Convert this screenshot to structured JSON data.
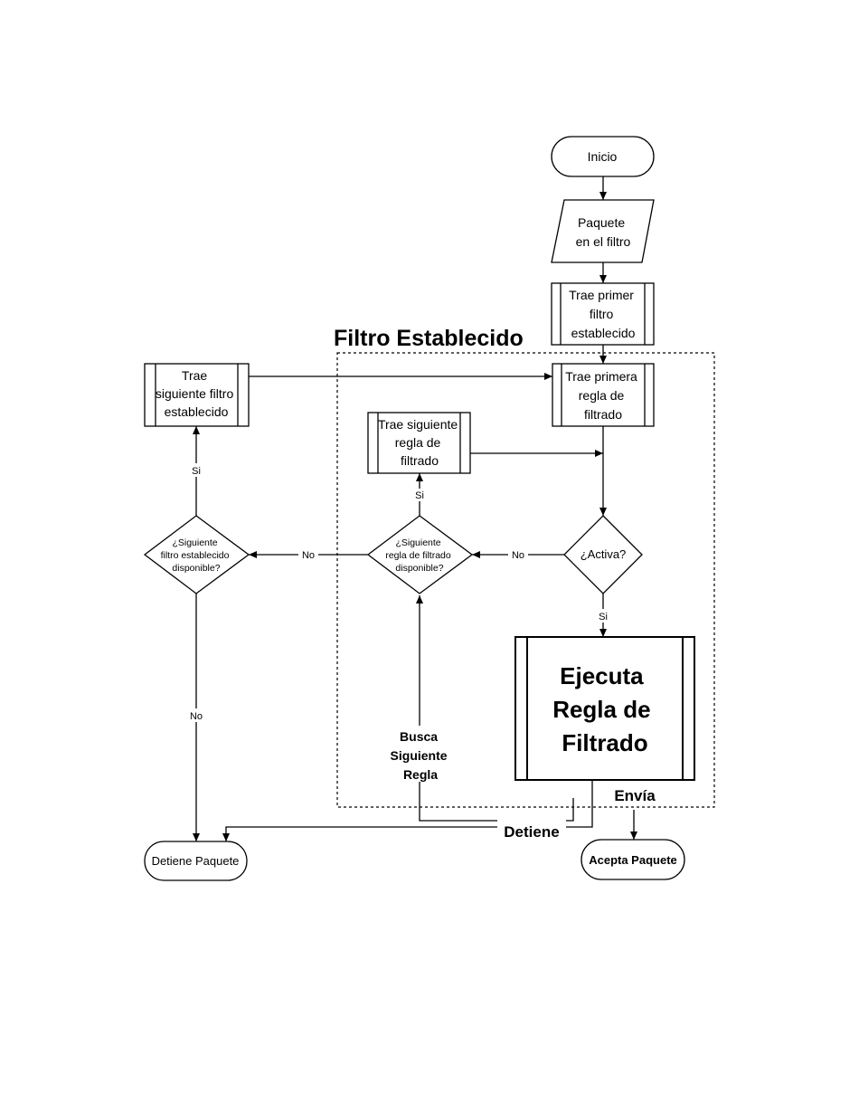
{
  "region_title": "Filtro Establecido",
  "nodes": {
    "inicio": "Inicio",
    "paquete": [
      "Paquete",
      "en el filtro"
    ],
    "trae_primer_filtro": [
      "Trae primer",
      "filtro",
      "establecido"
    ],
    "trae_primera_regla": [
      "Trae primera",
      "regla de",
      "filtrado"
    ],
    "trae_siguiente_filtro": [
      "Trae",
      "siguiente filtro",
      "establecido"
    ],
    "trae_siguiente_regla": [
      "Trae siguiente",
      "regla de",
      "filtrado"
    ],
    "activa": "¿Activa?",
    "siguiente_regla": [
      "¿Siguiente",
      "regla de filtrado",
      "disponible?"
    ],
    "siguiente_filtro": [
      "¿Siguiente",
      "filtro establecido",
      "disponible?"
    ],
    "ejecuta": [
      "Ejecuta",
      "Regla de",
      "Filtrado"
    ],
    "detiene_paquete": "Detiene Paquete",
    "acepta_paquete": "Acepta Paquete"
  },
  "edge_labels": {
    "si": "Si",
    "no": "No",
    "busca": [
      "Busca",
      "Siguiente",
      "Regla"
    ],
    "envia": "Envía",
    "detiene": "Detiene"
  }
}
